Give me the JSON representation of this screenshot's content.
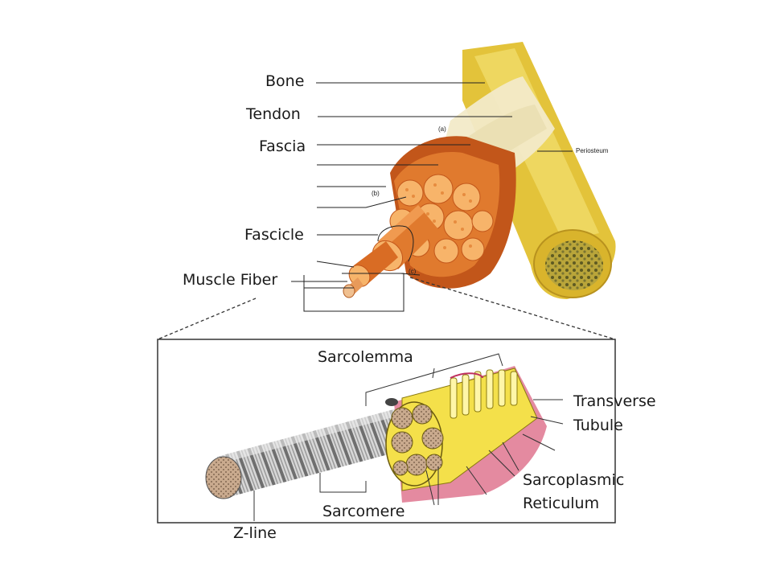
{
  "labels": {
    "bone": "Bone",
    "tendon": "Tendon",
    "fascia": "Fascia",
    "fascicle": "Fascicle",
    "muscle_fiber": "Muscle Fiber",
    "sarcolemma": "Sarcolemma",
    "transverse": "Transverse",
    "tubule": "Tubule",
    "sarcoplasmic": "Sarcoplasmic",
    "reticulum": "Reticulum",
    "sarcomere": "Sarcomere",
    "z_line": "Z-line"
  },
  "small_labels": {
    "a": "(a)",
    "b": "(b)",
    "c": "(c)",
    "periosteum": "Periosteum"
  },
  "colors": {
    "bone": "#e3c33a",
    "bone_light": "#f0dc6a",
    "tendon": "#f2eac8",
    "muscle": "#e07a2e",
    "muscle_dark": "#c2561a",
    "fiber": "#f7b46a",
    "fibril": "#f4e04a",
    "marrow": "#6e6a2c",
    "reticulum_pink": "#e48aa0"
  }
}
